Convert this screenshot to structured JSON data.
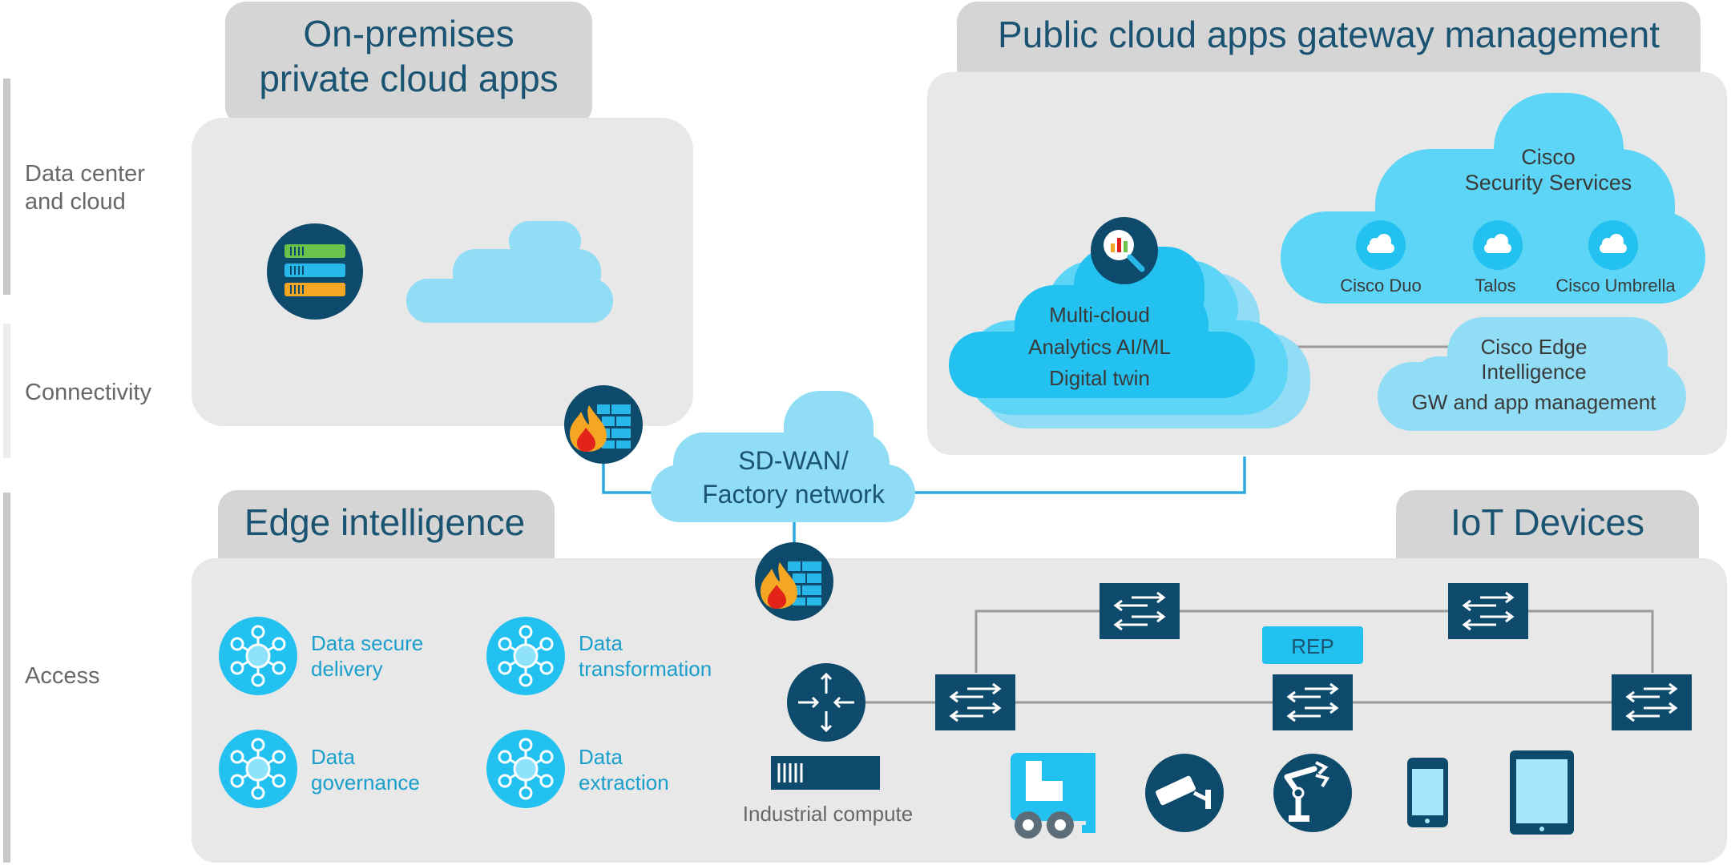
{
  "side_labels": {
    "datacenter": "Data center and cloud",
    "connectivity": "Connectivity",
    "access": "Access"
  },
  "onprem": {
    "title_line1": "On-premises",
    "title_line2": "private cloud apps"
  },
  "public_cloud": {
    "title": "Public cloud apps gateway management",
    "multicloud": [
      "Multi-cloud",
      "Analytics AI/ML",
      "Digital twin"
    ],
    "security": {
      "line1": "Cisco",
      "line2": "Security Services",
      "items": [
        "Cisco Duo",
        "Talos",
        "Cisco Umbrella"
      ]
    },
    "edge": [
      "Cisco Edge",
      "Intelligence",
      "GW and app management"
    ]
  },
  "sdwan": {
    "line1": "SD-WAN/",
    "line2": "Factory network"
  },
  "edge_intel": {
    "title": "Edge intelligence",
    "items": [
      {
        "line1": "Data secure",
        "line2": "delivery"
      },
      {
        "line1": "Data",
        "line2": "transformation"
      },
      {
        "line1": "Data",
        "line2": "governance"
      },
      {
        "line1": "Data",
        "line2": "extraction"
      }
    ]
  },
  "iot": {
    "title": "IoT Devices",
    "rep": "REP",
    "industrial_compute": "Industrial compute"
  },
  "icons": [
    "server-stack-icon",
    "firewall-icon",
    "analytics-magnifier-icon",
    "hub-icon",
    "router-icon",
    "switch-icon",
    "forklift-icon",
    "security-camera-icon",
    "robot-arm-icon",
    "phone-icon",
    "tablet-icon"
  ],
  "colors": {
    "panel": "#e8e8e8",
    "tab": "#d5d5d5",
    "navy": "#0d4a6b",
    "cyan": "#22c1ef",
    "sky": "#91ddf5",
    "mid": "#5cd5f7",
    "title": "#1b5472",
    "label": "#676767",
    "line": "#2aa9df"
  }
}
